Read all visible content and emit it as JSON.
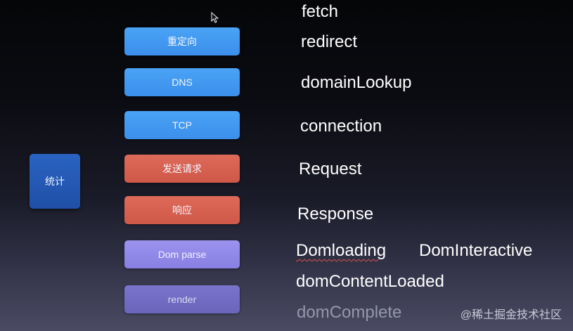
{
  "stat_label": "统计",
  "stages": [
    {
      "label": "重定向",
      "color": "#4aa3f5"
    },
    {
      "label": "DNS",
      "color": "#4aa3f5"
    },
    {
      "label": "TCP",
      "color": "#4aa3f5"
    },
    {
      "label": "发送请求",
      "color": "#de6a5a"
    },
    {
      "label": "响应",
      "color": "#de6a5a"
    },
    {
      "label": "Dom parse",
      "color": "#9a93ee"
    },
    {
      "label": "render",
      "color": "#7a74cc"
    }
  ],
  "api_terms": {
    "fetch": "fetch",
    "redirect": "redirect",
    "domain_lookup": "domainLookup",
    "connection": "connection",
    "request": "Request",
    "response": "Response",
    "domloading": "Domloading",
    "dom_interactive": "DomInteractive",
    "dom_content_loaded": "domContentLoaded",
    "dom_complete": "domComplete"
  },
  "watermark": "@稀土掘金技术社区",
  "colors": {
    "background_top": "#050608",
    "background_bottom": "#4a4a63"
  }
}
